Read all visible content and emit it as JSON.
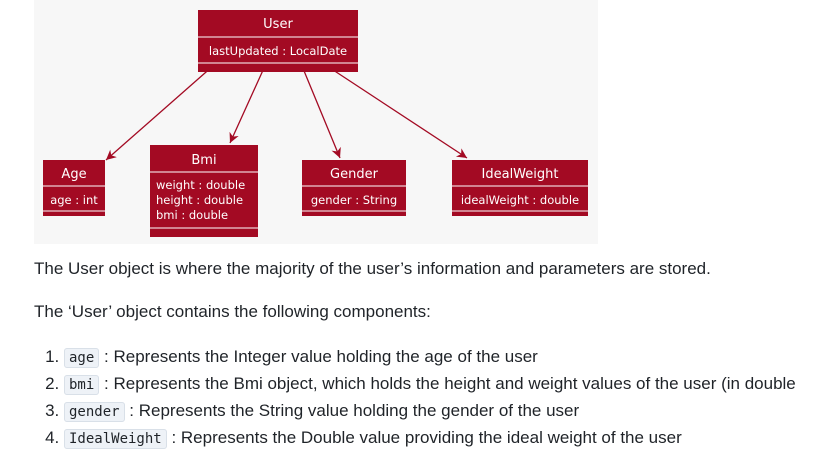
{
  "diagram": {
    "colors": {
      "fill": "#a30a23",
      "stroke": "#a30a23",
      "text": "#ffffff",
      "background": "#f7f7f7"
    },
    "user": {
      "title": "User",
      "attrs": [
        "lastUpdated : LocalDate"
      ]
    },
    "age": {
      "title": "Age",
      "attrs": [
        "age : int"
      ]
    },
    "bmi": {
      "title": "Bmi",
      "attrs": [
        "weight : double",
        "height : double",
        "bmi : double"
      ]
    },
    "gender": {
      "title": "Gender",
      "attrs": [
        "gender : String"
      ]
    },
    "idealweight": {
      "title": "IdealWeight",
      "attrs": [
        "idealWeight : double"
      ]
    }
  },
  "text": {
    "intro": "The User object is where the majority of the user’s information and parameters are stored.",
    "components_heading": "The ‘User’ object contains the following components:",
    "items": [
      {
        "code": "age",
        "desc": " : Represents the Integer value holding the age of the user"
      },
      {
        "code": "bmi",
        "desc": " : Represents the Bmi object, which holds the height and weight values of the user (in double"
      },
      {
        "code": "gender",
        "desc": " : Represents the String value holding the gender of the user"
      },
      {
        "code": "IdealWeight",
        "desc": " : Represents the Double value providing the ideal weight of the user"
      }
    ]
  }
}
